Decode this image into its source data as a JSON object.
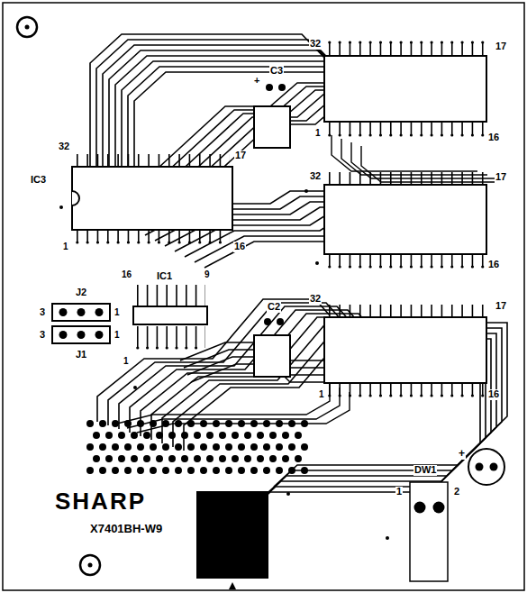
{
  "diagram": {
    "labels": [
      "32",
      "17",
      "C3",
      "+",
      "1",
      "16",
      "32",
      "IC3",
      "17",
      "1",
      "16",
      "32",
      "17",
      "16",
      "16",
      "IC1",
      "9",
      "J2",
      "3",
      "1",
      "3",
      "1",
      "J1",
      "1",
      "C2",
      "32",
      "17",
      "1",
      "16",
      "+",
      "DW1",
      "1",
      "2",
      "SHARP",
      "X7401BH-W9"
    ]
  }
}
